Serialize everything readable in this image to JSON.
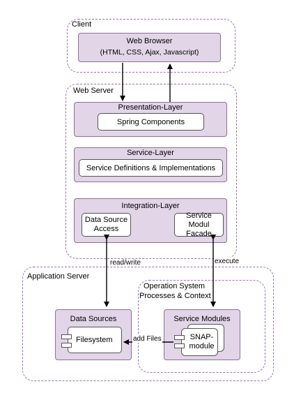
{
  "groups": {
    "client": "Client",
    "web_server": "Web Server",
    "application_server": "Application Server",
    "operation_system": [
      "Operation System",
      "Processes & Context"
    ]
  },
  "browser": {
    "title": "Web Browser",
    "subtitle": "(HTML, CSS, Ajax, Javascript)"
  },
  "presentation": {
    "title": "Presentation-Layer",
    "inner": "Spring Components"
  },
  "service": {
    "title": "Service-Layer",
    "inner": "Service Definitions & Implementations"
  },
  "integration": {
    "title": "Integration-Layer",
    "data_source_access": [
      "Data Source",
      "Access"
    ],
    "service_module_facade": [
      "Service Modul",
      "Facade"
    ]
  },
  "data_sources": {
    "title": "Data Sources",
    "filesystem": "Filesystem"
  },
  "service_modules": {
    "title": "Service Modules",
    "snap": [
      "SNAP-",
      "module"
    ]
  },
  "edges": {
    "read_write": "read/write",
    "execute": "execute",
    "add_files": "add Files"
  },
  "colors": {
    "group_border": "#9b6fb3",
    "layer_fill": "#e1d5e7",
    "layer_border": "#8e6f9b"
  }
}
